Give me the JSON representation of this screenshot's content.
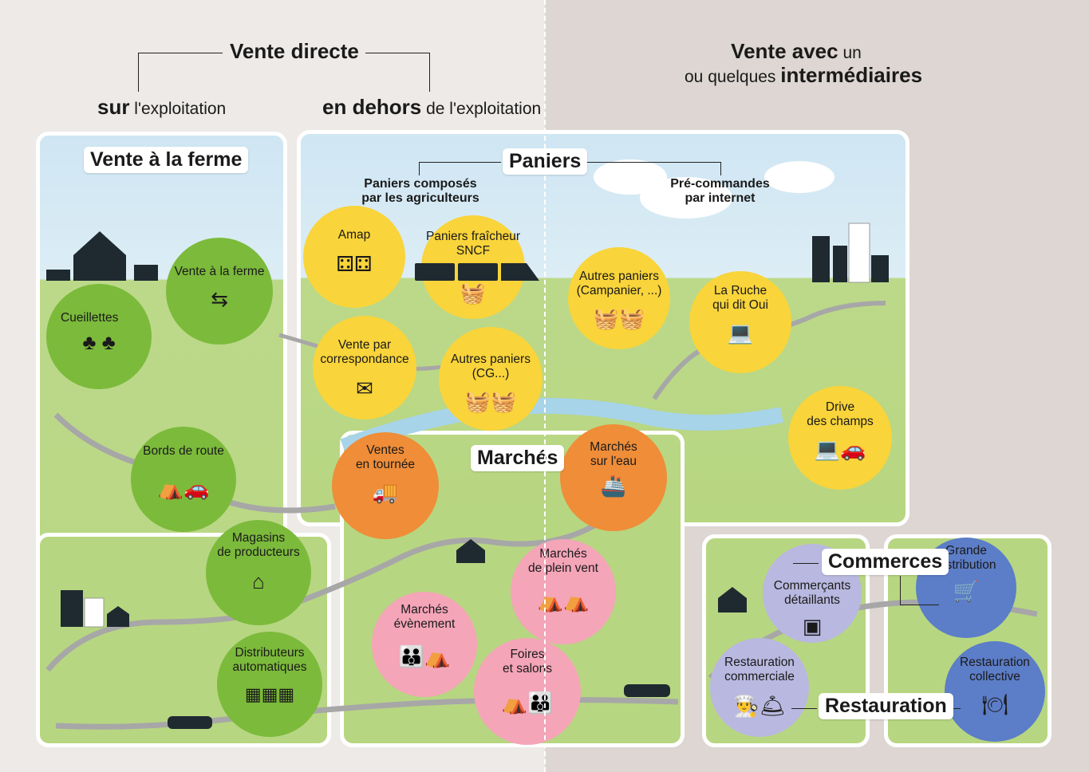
{
  "header": {
    "direct_strong": "Vente directe",
    "on_strong": "sur",
    "on_rest": " l'exploitation",
    "off_strong": "en dehors",
    "off_rest": " de l'exploitation",
    "inter_strong1": "Vente avec",
    "inter_rest1": " un",
    "inter_rest2": "ou quelques ",
    "inter_strong2": "intermédiaires"
  },
  "labels": {
    "ferme": "Vente à la ferme",
    "paniers": "Paniers",
    "marches": "Marchés",
    "commerces": "Commerces",
    "restauration": "Restauration"
  },
  "sublabels": {
    "agri": "Paniers composés\npar les agriculteurs",
    "internet": "Pré-commandes\npar internet"
  },
  "circles": {
    "ferme": "Vente à la ferme",
    "cueillettes": "Cueillettes",
    "bords": "Bords de route",
    "magasins": "Magasins\nde producteurs",
    "distributeurs": "Distributeurs\nautomatiques",
    "amap": "Amap",
    "sncf": "Paniers fraîcheur\nSNCF",
    "correspondance": "Vente par\ncorrespondance",
    "cg": "Autres paniers\n(CG...)",
    "campanier": "Autres paniers\n(Campanier, ...)",
    "ruche": "La Ruche\nqui dit Oui",
    "drive": "Drive\ndes champs",
    "tournee": "Ventes\nen tournée",
    "eau": "Marchés\nsur l'eau",
    "pleinvent": "Marchés\nde plein vent",
    "evenement": "Marchés\névènement",
    "foires": "Foires\net salons",
    "detaillants": "Commerçants\ndétaillants",
    "grande": "Grande\ndistribution",
    "resto_comm": "Restauration\ncommerciale",
    "resto_coll": "Restauration\ncollective"
  },
  "colors": {
    "green": "#7cba3b",
    "yellow": "#f9d43a",
    "orange": "#ef8d38",
    "pink": "#f4a5b8",
    "lavender": "#b9b8e0",
    "blue": "#5c7dc7"
  }
}
